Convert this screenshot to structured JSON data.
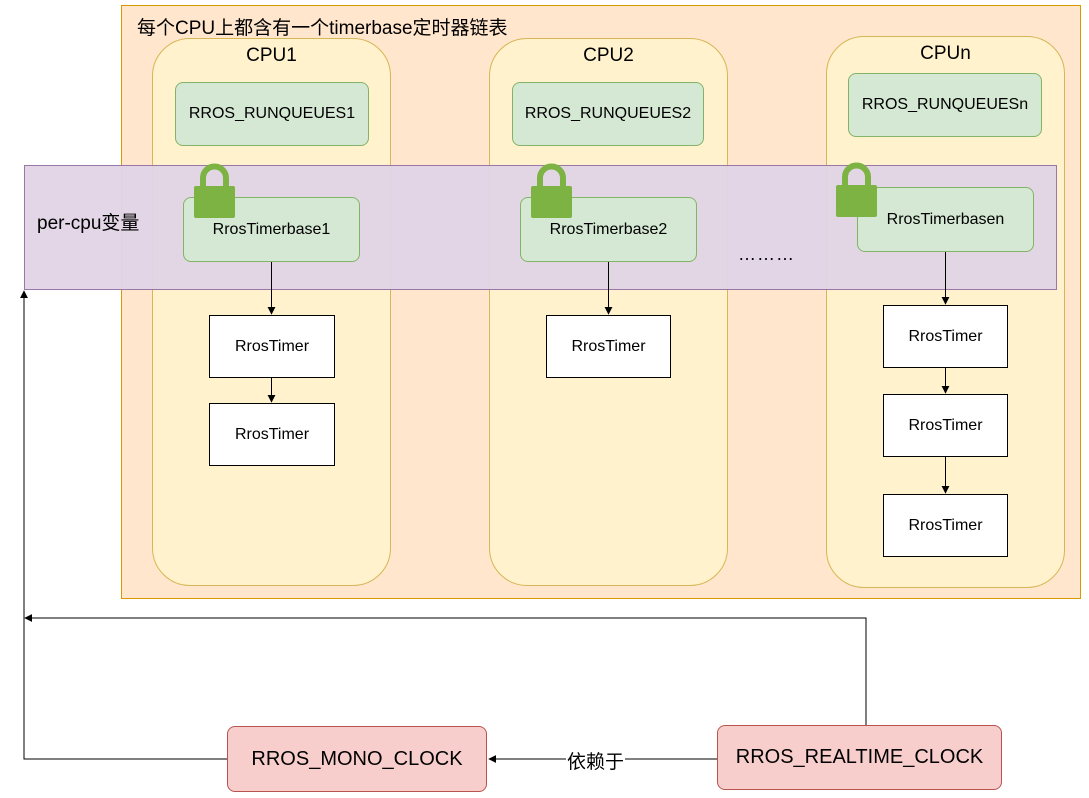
{
  "container_title": "每个CPU上都含有一个timerbase定时器链表",
  "per_cpu_label": "per-cpu变量",
  "ellipsis": "………",
  "cpus": [
    {
      "title": "CPU1",
      "runqueue": "RROS_RUNQUEUES1",
      "timerbase": "RrosTimerbase1",
      "timers": [
        "RrosTimer",
        "RrosTimer"
      ]
    },
    {
      "title": "CPU2",
      "runqueue": "RROS_RUNQUEUES2",
      "timerbase": "RrosTimerbase2",
      "timers": [
        "RrosTimer"
      ]
    },
    {
      "title": "CPUn",
      "runqueue": "RROS_RUNQUEUESn",
      "timerbase": "RrosTimerbasen",
      "timers": [
        "RrosTimer",
        "RrosTimer",
        "RrosTimer"
      ]
    }
  ],
  "clocks": {
    "mono": "RROS_MONO_CLOCK",
    "realtime": "RROS_REALTIME_CLOCK",
    "dependency_label": "依赖于"
  },
  "colors": {
    "outer_fill": "#ffe6cc",
    "cpu_fill": "#fff2cc",
    "percpu_fill": "#e1d5e7",
    "green_fill": "#d5e8d4",
    "lock": "#7cb342",
    "clock_fill": "#f8cecc"
  },
  "icons": {
    "lock": "padlock-icon"
  }
}
